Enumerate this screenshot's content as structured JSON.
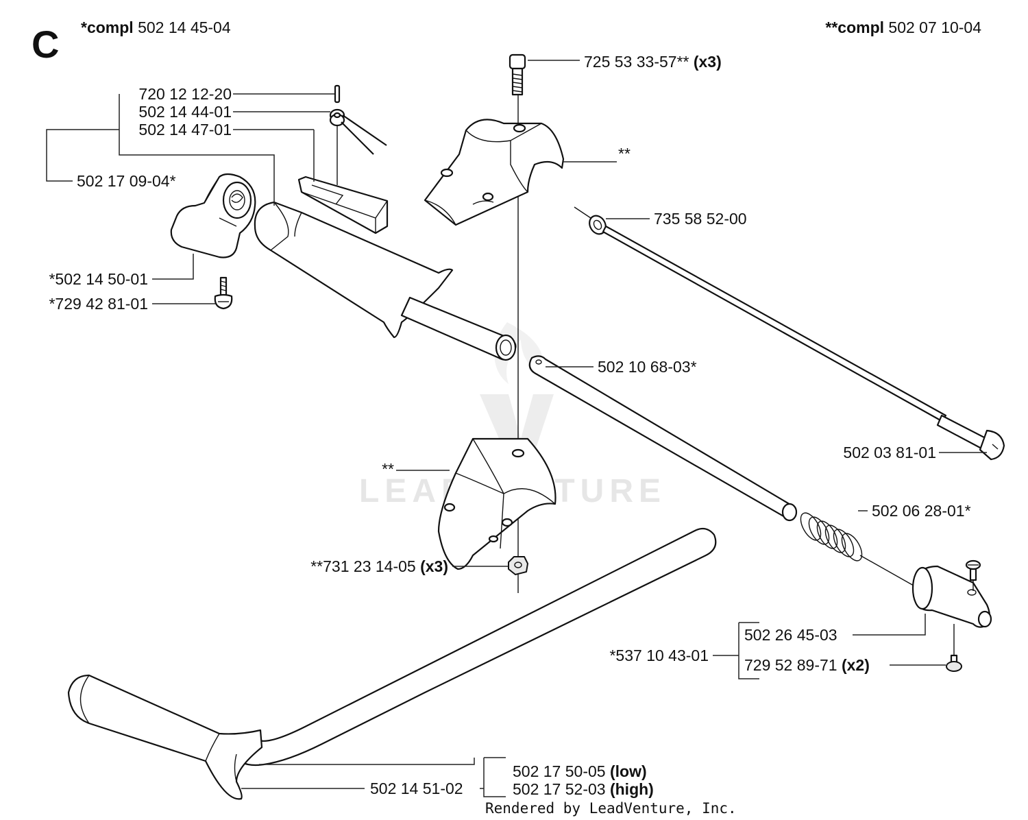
{
  "section_letter": "C",
  "kits": {
    "single_star": {
      "prefix": "*compl",
      "number": "502 14 45-04"
    },
    "double_star": {
      "prefix": "**compl",
      "number": "502 07 10-04"
    }
  },
  "labels": {
    "screw_top": {
      "number": "725 53 33-57**",
      "qty": "(x3)"
    },
    "upper_clamp": {
      "number": "**"
    },
    "pin": {
      "number": "720 12 12-20"
    },
    "spring_small": {
      "number": "502 14 44-01"
    },
    "lever": {
      "number": "502 14 47-01"
    },
    "handle_kit": {
      "number": "502 17 09-04*"
    },
    "washer": {
      "number": "735 58 52-00"
    },
    "trigger": {
      "number": "*502 14 50-01"
    },
    "screw_trigger": {
      "number": "*729 42 81-01"
    },
    "tube": {
      "number": "502 10 68-03*"
    },
    "cable": {
      "number": "502 03 81-01"
    },
    "lower_clamp": {
      "number": "**"
    },
    "spring_large": {
      "number": "502 06 28-01*"
    },
    "nut": {
      "number": "**731 23 14-05",
      "qty": "(x3)"
    },
    "end_kit": {
      "number": "*537 10 43-01"
    },
    "end_housing": {
      "number": "502 26 45-03"
    },
    "end_screw": {
      "number": "729 52 89-71",
      "qty": "(x2)"
    },
    "handlebar": {
      "number": "502 14 51-02"
    },
    "handlebar_low": {
      "number": "502 17 50-05",
      "variant": "(low)"
    },
    "handlebar_high": {
      "number": "502 17 52-03",
      "variant": "(high)"
    }
  },
  "watermark": "LEADVENTURE",
  "footer": "Rendered by LeadVenture, Inc."
}
